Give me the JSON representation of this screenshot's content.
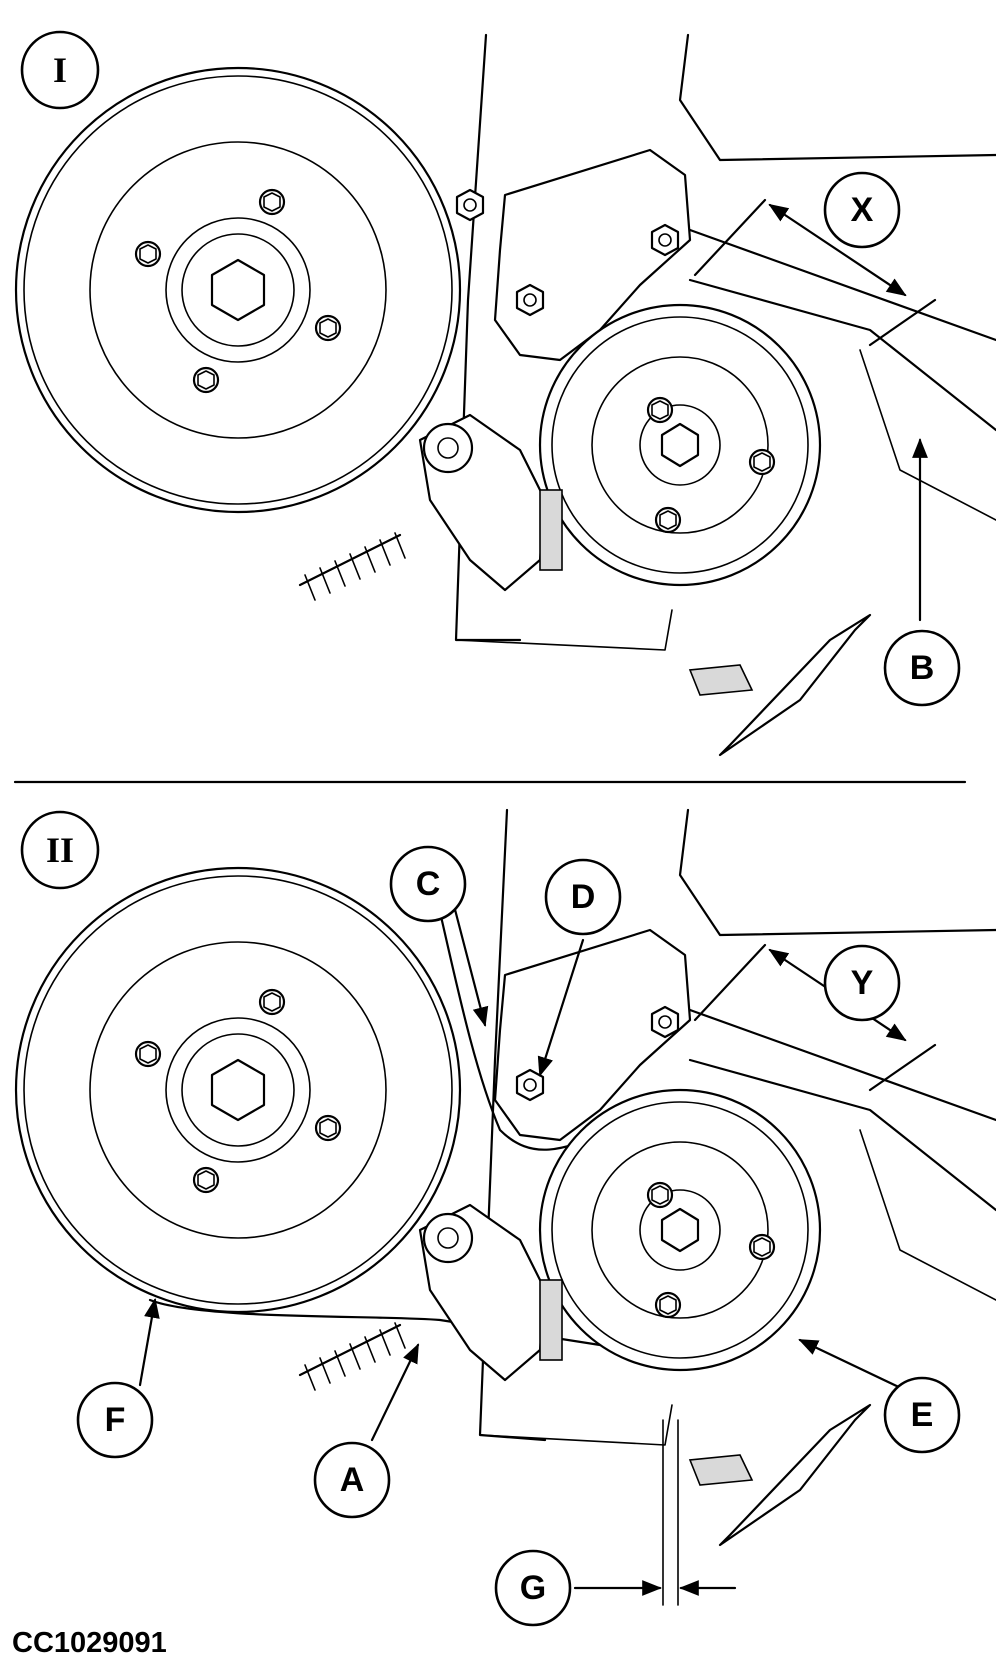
{
  "panel_labels": [
    "I",
    "II"
  ],
  "callouts": {
    "A": "A",
    "B": "B",
    "C": "C",
    "D": "D",
    "E": "E",
    "F": "F",
    "G": "G",
    "X": "X",
    "Y": "Y"
  },
  "figure_code": "CC1029091"
}
